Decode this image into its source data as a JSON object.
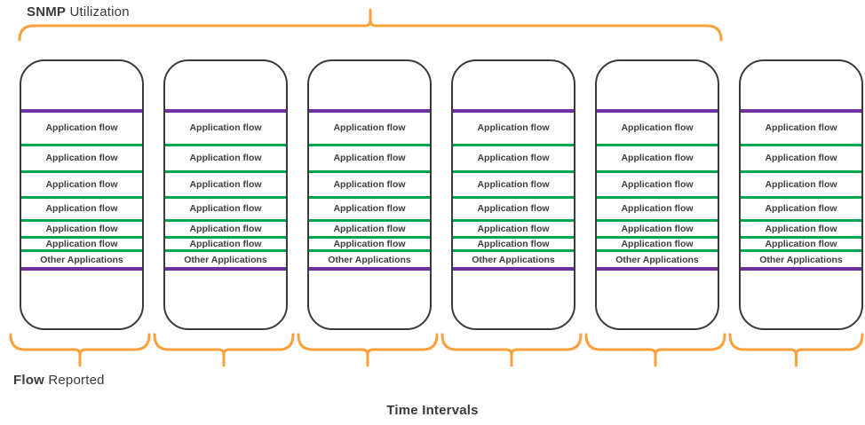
{
  "title": {
    "word1": "SNMP",
    "word2": "Utilization"
  },
  "footer_left": {
    "word1": "Flow",
    "word2": "Reported"
  },
  "footer_center": "Time Intervals",
  "colors": {
    "purple": "#7030a0",
    "green": "#00a64f",
    "orange": "#f9a13c",
    "card_border": "#3a3a3a",
    "text": "#3a3a3a"
  },
  "cards": [
    {
      "rows": [
        "Application flow",
        "Application flow",
        "Application flow",
        "Application flow",
        "Application flow",
        "Application flow",
        "Other Applications"
      ]
    },
    {
      "rows": [
        "Application flow",
        "Application flow",
        "Application flow",
        "Application flow",
        "Application flow",
        "Application flow",
        "Other Applications"
      ]
    },
    {
      "rows": [
        "Application flow",
        "Application flow",
        "Application flow",
        "Application flow",
        "Application flow",
        "Application flow",
        "Other Applications"
      ]
    },
    {
      "rows": [
        "Application flow",
        "Application flow",
        "Application flow",
        "Application flow",
        "Application flow",
        "Application flow",
        "Other Applications"
      ]
    },
    {
      "rows": [
        "Application flow",
        "Application flow",
        "Application flow",
        "Application flow",
        "Application flow",
        "Application flow",
        "Other Applications"
      ]
    },
    {
      "rows": [
        "Application flow",
        "Application flow",
        "Application flow",
        "Application flow",
        "Application flow",
        "Application flow",
        "Other Applications"
      ]
    }
  ]
}
